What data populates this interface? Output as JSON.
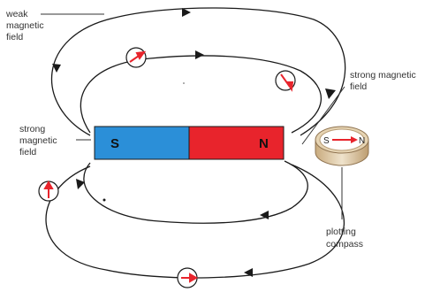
{
  "labels": {
    "weak_field": [
      "weak",
      "magnetic",
      "field"
    ],
    "strong_field_left": [
      "strong",
      "magnetic",
      "field"
    ],
    "strong_field_right": [
      "strong magnetic",
      "field"
    ],
    "plotting_compass": [
      "plotting",
      "compass"
    ]
  },
  "magnet": {
    "south_label": "S",
    "north_label": "N",
    "south_color": "#2b8fd8",
    "north_color": "#e8242c"
  },
  "compass": {
    "south_label": "S",
    "north_label": "N",
    "needle_color": "#e8242c",
    "case_color": "#d9c6a5"
  },
  "colors": {
    "field_line": "#1a1a1a",
    "needle": "#e8242c"
  }
}
